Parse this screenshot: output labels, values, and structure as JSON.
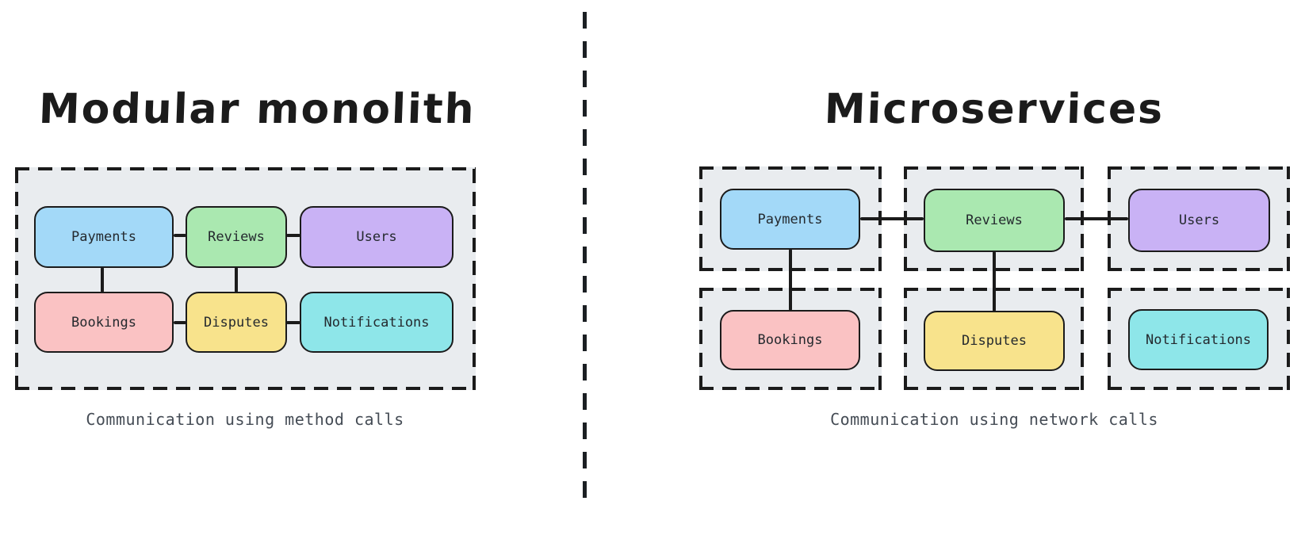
{
  "diagram": {
    "left_panel": {
      "title": "Modular monolith",
      "caption": "Communication using method calls",
      "nodes": [
        {
          "label": "Payments",
          "color": "#a3d9f8"
        },
        {
          "label": "Reviews",
          "color": "#aae8b0"
        },
        {
          "label": "Users",
          "color": "#c9b2f5"
        },
        {
          "label": "Bookings",
          "color": "#fac2c3"
        },
        {
          "label": "Disputes",
          "color": "#f8e38c"
        },
        {
          "label": "Notifications",
          "color": "#8ee6e9"
        }
      ],
      "connections": [
        "Payments-Reviews",
        "Reviews-Users",
        "Payments-Bookings",
        "Reviews-Disputes",
        "Bookings-Disputes",
        "Disputes-Notifications"
      ]
    },
    "right_panel": {
      "title": "Microservices",
      "caption": "Communication using network calls",
      "nodes": [
        {
          "label": "Payments",
          "color": "#a3d9f8"
        },
        {
          "label": "Reviews",
          "color": "#aae8b0"
        },
        {
          "label": "Users",
          "color": "#c9b2f5"
        },
        {
          "label": "Bookings",
          "color": "#fac2c3"
        },
        {
          "label": "Disputes",
          "color": "#f8e38c"
        },
        {
          "label": "Notifications",
          "color": "#8ee6e9"
        }
      ],
      "connections": [
        "Payments-Reviews",
        "Reviews-Users",
        "Payments-Bookings",
        "Reviews-Disputes"
      ]
    },
    "colors": {
      "container_background": "#e9ecef",
      "stroke": "#1b1b1b",
      "label_text": "#24292e",
      "caption_text": "#454c55"
    }
  }
}
